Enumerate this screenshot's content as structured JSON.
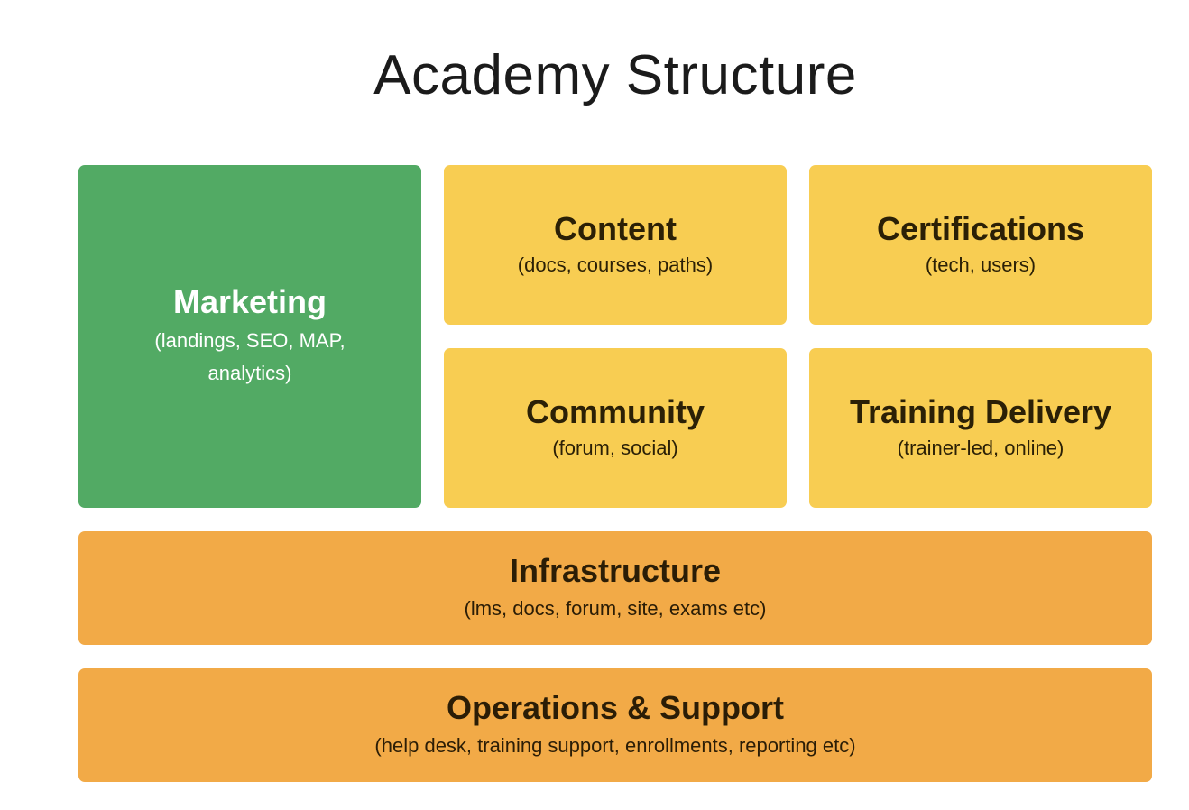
{
  "title": "Academy Structure",
  "colors": {
    "marketing": "#52aa64",
    "core_blocks": "#f8cd52",
    "foundation_blocks": "#f2aa47"
  },
  "blocks": {
    "marketing": {
      "name": "Marketing",
      "detail": "(landings, SEO, MAP, analytics)"
    },
    "content": {
      "name": "Content",
      "detail": "(docs, courses, paths)"
    },
    "certifications": {
      "name": "Certifications",
      "detail": "(tech, users)"
    },
    "community": {
      "name": "Community",
      "detail": "(forum, social)"
    },
    "training_delivery": {
      "name": "Training Delivery",
      "detail": "(trainer-led, online)"
    },
    "infrastructure": {
      "name": "Infrastructure",
      "detail": "(lms, docs, forum, site, exams etc)"
    },
    "operations_support": {
      "name": "Operations & Support",
      "detail": "(help desk, training support, enrollments, reporting etc)"
    }
  }
}
